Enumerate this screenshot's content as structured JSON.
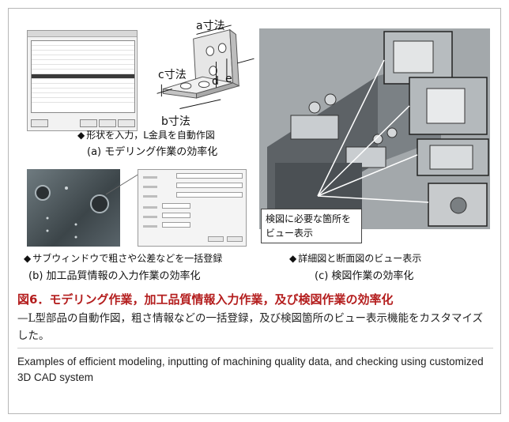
{
  "panel_a": {
    "dim_a": "a寸法",
    "dim_c": "c寸法",
    "dim_b": "b寸法",
    "dim_d": "d",
    "dim_e": "e",
    "bullet": "◆",
    "caption": "形状を入力，L金具を自動作図",
    "subcaption": "(a) モデリング作業の効率化"
  },
  "panel_b": {
    "bullet": "◆",
    "caption": "サブウィンドウで粗さや公差などを一括登録",
    "subcaption": "(b) 加工品質情報の入力作業の効率化"
  },
  "panel_c": {
    "callout_line1": "検図に必要な箇所を",
    "callout_line2": "ビュー表示",
    "bullet": "◆",
    "caption": "詳細図と断面図のビュー表示",
    "subcaption": "(c) 検図作業の効率化"
  },
  "figure": {
    "title": "図6．モデリング作業，加工品質情報入力作業，及び検図作業の効率化",
    "description_jp": "—L型部品の自動作図，粗さ情報などの一括登録，及び検図箇所のビュー表示機能をカスタマイズした。",
    "description_en": "Examples of efficient modeling, inputting of machining quality data, and checking using customized 3D CAD system"
  },
  "colors": {
    "title_red": "#b41e1e",
    "frame_gray": "#b7b7b7"
  }
}
